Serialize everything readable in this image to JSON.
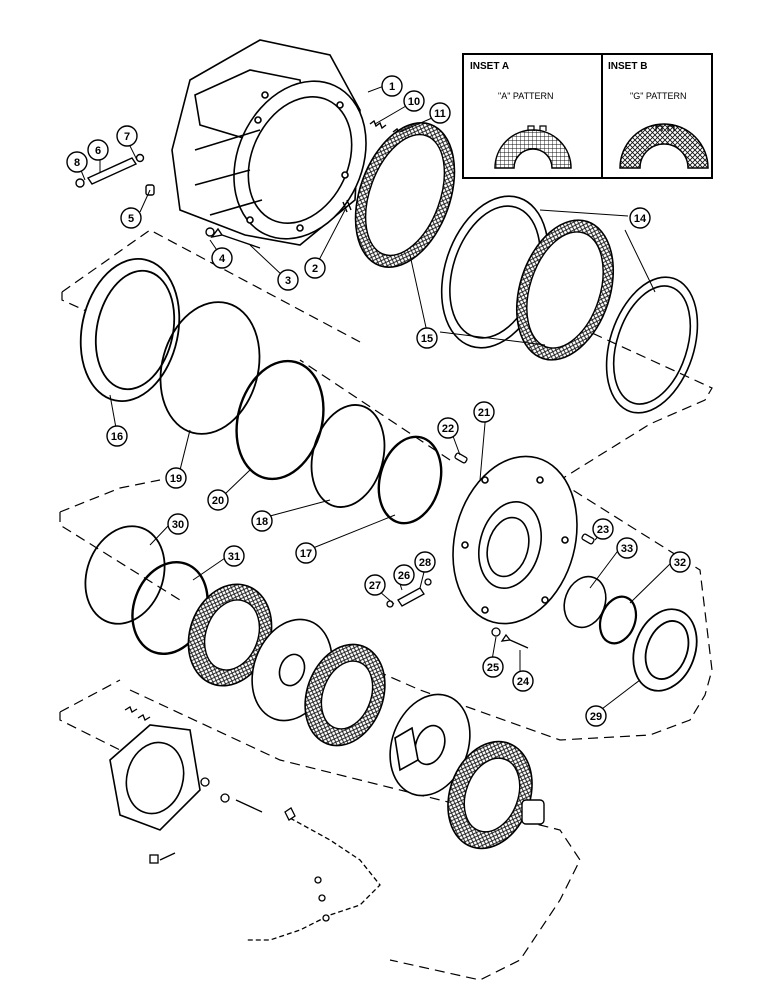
{
  "insets": [
    {
      "title": "INSET A",
      "subtitle": "\"A\" PATTERN"
    },
    {
      "title": "INSET B",
      "subtitle": "\"G\" PATTERN"
    }
  ],
  "callouts": [
    "1",
    "2",
    "3",
    "4",
    "5",
    "6",
    "7",
    "8",
    "10",
    "11",
    "14",
    "15",
    "16",
    "17",
    "18",
    "19",
    "20",
    "21",
    "22",
    "23",
    "24",
    "25",
    "26",
    "27",
    "28",
    "29",
    "30",
    "31",
    "32",
    "33"
  ]
}
